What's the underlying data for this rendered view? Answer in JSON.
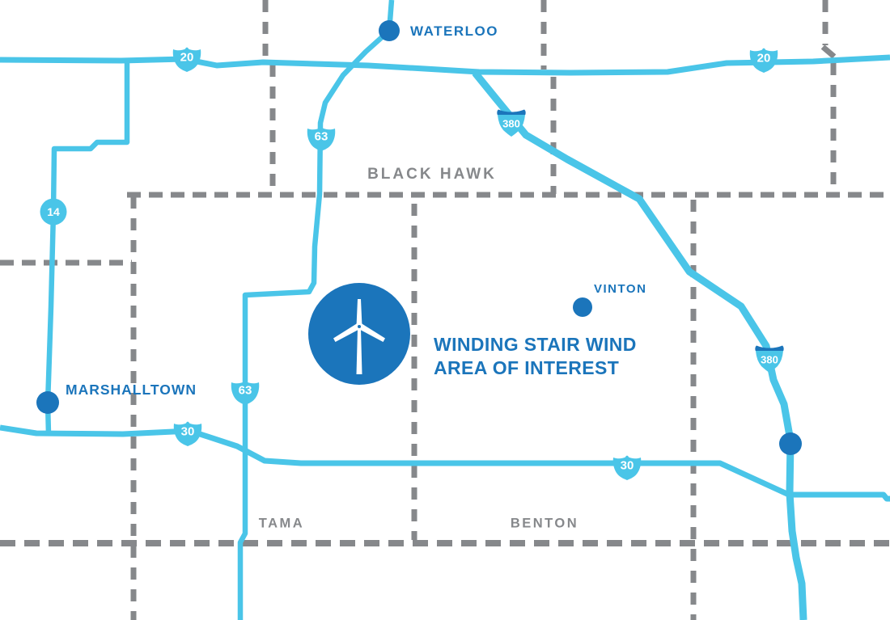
{
  "colors": {
    "road_light_blue": "#4AC5E8",
    "marker_dark_blue": "#1B75BB",
    "county_line_gray": "#86888B",
    "background": "#FFFFFF",
    "shield_text": "#FFFFFF"
  },
  "area_of_interest": {
    "line1": "WINDING STAIR WIND",
    "line2": "AREA OF INTEREST"
  },
  "cities": [
    {
      "id": "waterloo",
      "label": "WATERLOO"
    },
    {
      "id": "vinton",
      "label": "VINTON"
    },
    {
      "id": "marshalltown",
      "label": "MARSHALLTOWN"
    },
    {
      "id": "unlabeled-southeast-city",
      "label": ""
    }
  ],
  "counties": [
    {
      "label": "BLACK HAWK"
    },
    {
      "label": "TAMA"
    },
    {
      "label": "BENTON"
    }
  ],
  "highway_shields": [
    {
      "id": "us-20-west",
      "type": "us-route",
      "number": "20"
    },
    {
      "id": "us-20-east",
      "type": "us-route",
      "number": "20"
    },
    {
      "id": "us-63-north",
      "type": "us-route",
      "number": "63"
    },
    {
      "id": "us-63-south",
      "type": "us-route",
      "number": "63"
    },
    {
      "id": "state-14",
      "type": "state-route",
      "number": "14"
    },
    {
      "id": "us-30-west",
      "type": "us-route",
      "number": "30"
    },
    {
      "id": "us-30-east",
      "type": "us-route",
      "number": "30"
    },
    {
      "id": "i-380-north",
      "type": "interstate",
      "number": "380"
    },
    {
      "id": "i-380-south",
      "type": "interstate",
      "number": "380"
    }
  ]
}
